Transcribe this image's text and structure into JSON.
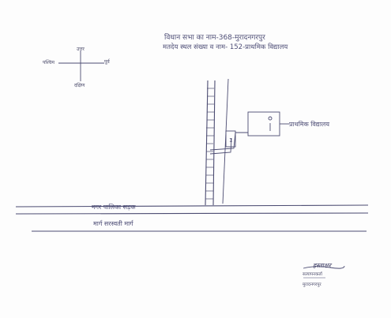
{
  "header": {
    "line1": "विधान सभा का नाम-368-मुरादनगरपुर",
    "line2": "मतदेय स्थल संख्या व नाम- 152-प्राथमिक विद्यालय"
  },
  "compass": {
    "north": "उत्तर",
    "west": "पश्चिम",
    "east": "पूर्व",
    "south": "दक्षिण"
  },
  "map": {
    "booth_label": "प्राथमिक विद्यालय",
    "road_upper_label": "नगर पालिका सड़क",
    "road_lower_label": "मार्ग सरस्वती मार्ग",
    "building_mark": "1"
  },
  "signature": {
    "scribble": "हस्ताक्षर",
    "designation": "सत्यापनकर्ता",
    "office": "मुरादनगरपुर"
  },
  "colors": {
    "ink": "#4a4a6a",
    "paper": "#fdfdfd"
  }
}
